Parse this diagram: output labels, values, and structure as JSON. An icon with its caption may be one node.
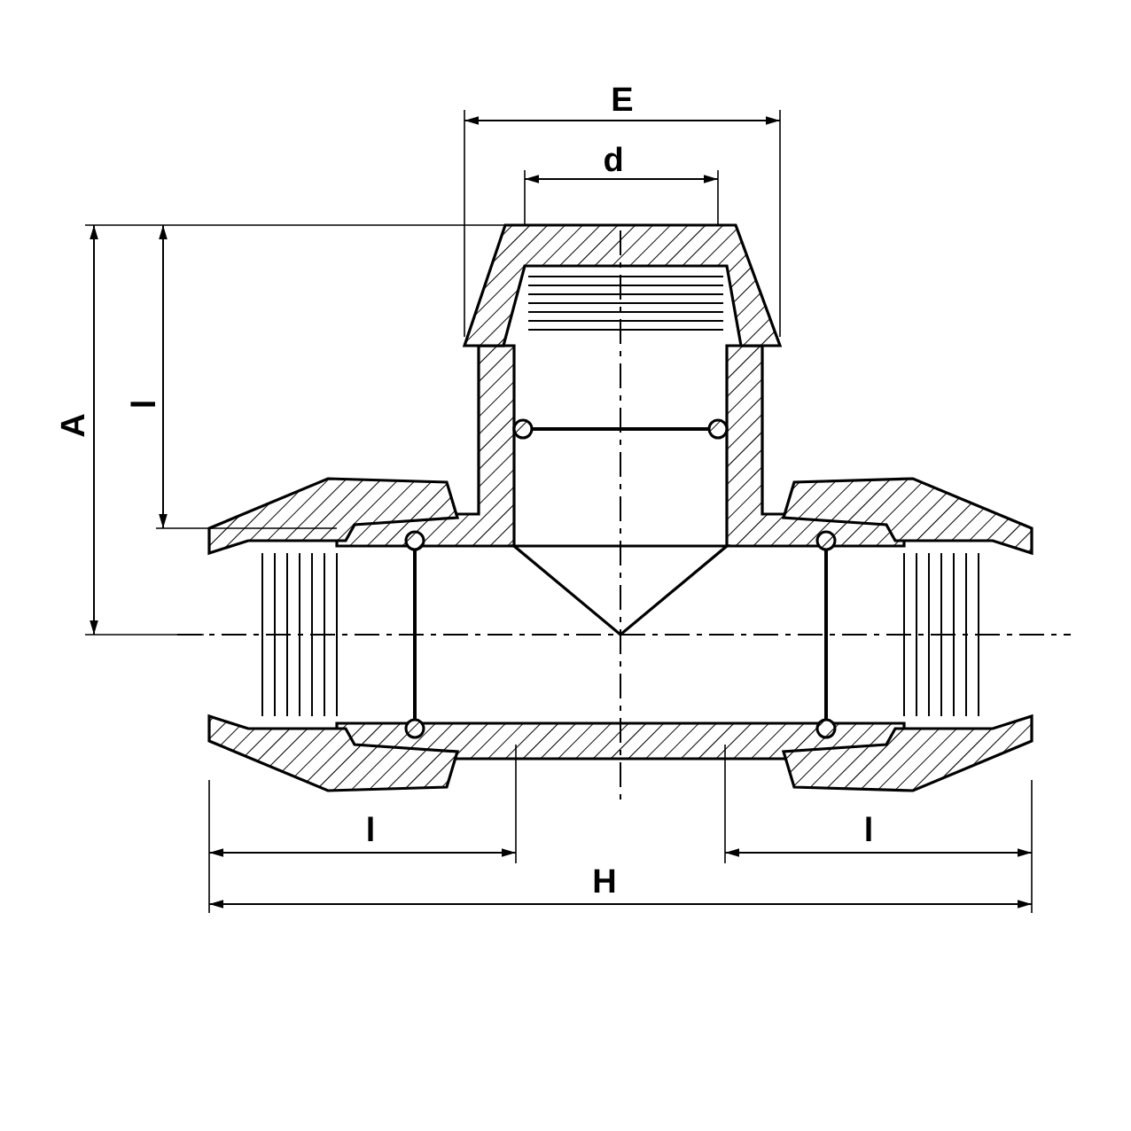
{
  "diagram": {
    "labels": [
      "E",
      "d",
      "A",
      "l",
      "l",
      "l",
      "H"
    ]
  }
}
